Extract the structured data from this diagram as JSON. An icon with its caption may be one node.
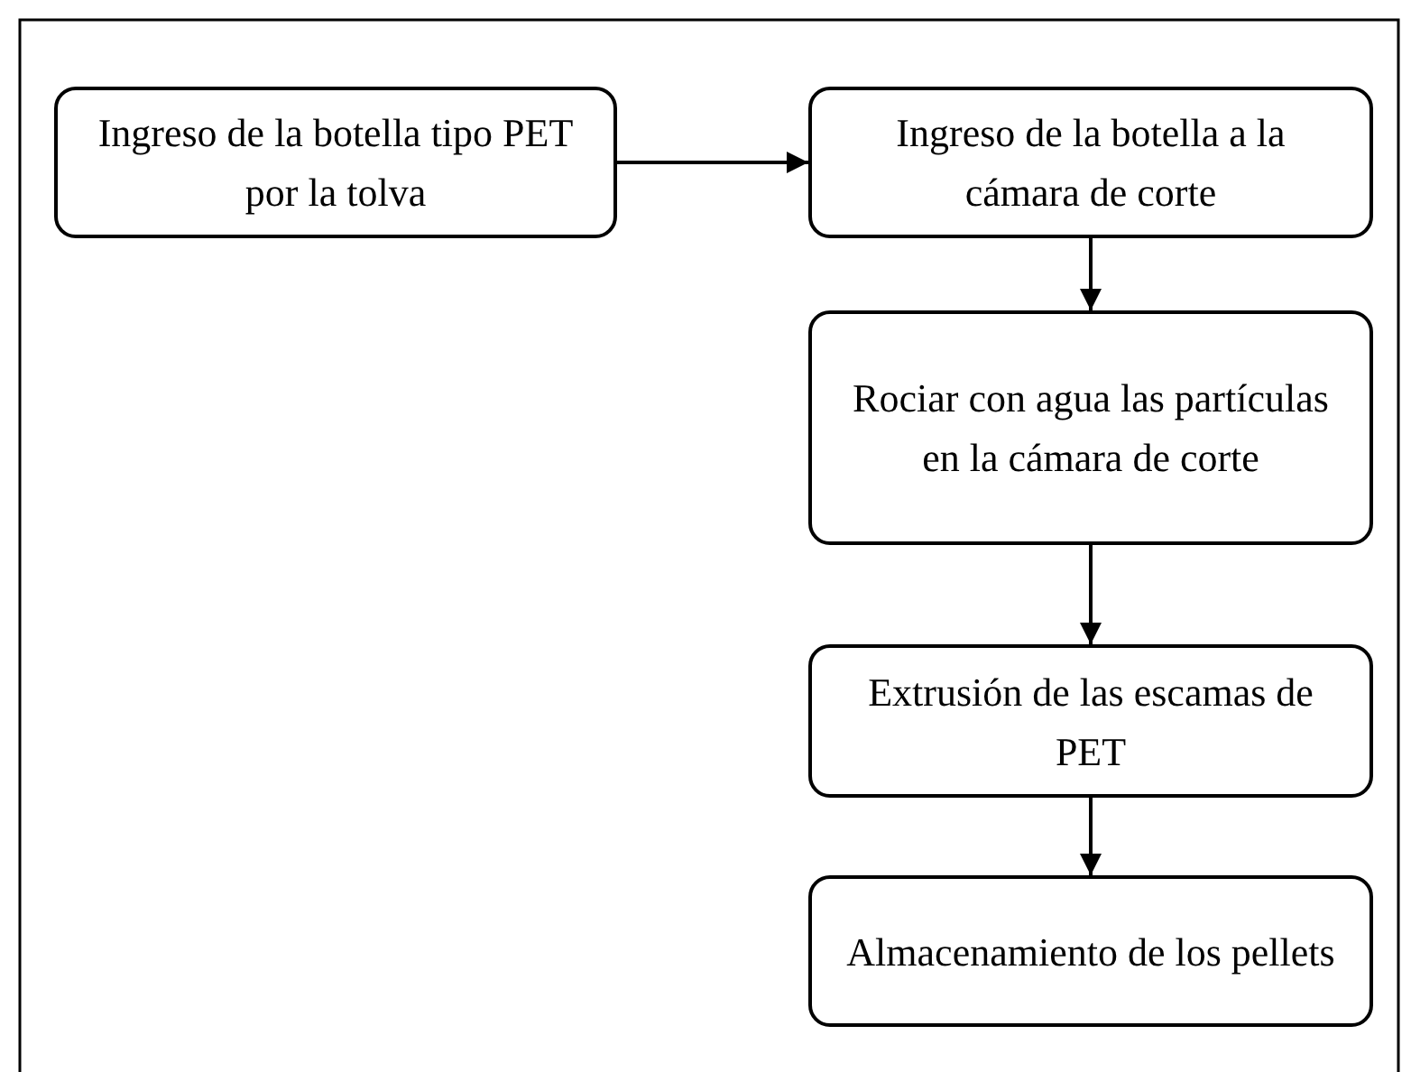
{
  "diagram": {
    "nodes": [
      {
        "text": [
          "Ingreso de la botella tipo PET por la tolva"
        ]
      },
      {
        "text": [
          "Ingreso de la botella a la cámara de corte"
        ]
      },
      {
        "text": [
          "Rociar con agua las partículas en la cámara de corte"
        ]
      },
      {
        "text": [
          "Extrusión de las escamas de PET"
        ]
      },
      {
        "text": [
          "Almacenamiento de los pellets"
        ]
      }
    ],
    "edges": [
      {
        "from": 0,
        "to": 1,
        "arrow": "to"
      },
      {
        "from": 1,
        "to": 2,
        "arrow": "to"
      },
      {
        "from": 2,
        "to": 3,
        "arrow": "to"
      },
      {
        "from": 3,
        "to": 4,
        "arrow": "to"
      }
    ]
  }
}
